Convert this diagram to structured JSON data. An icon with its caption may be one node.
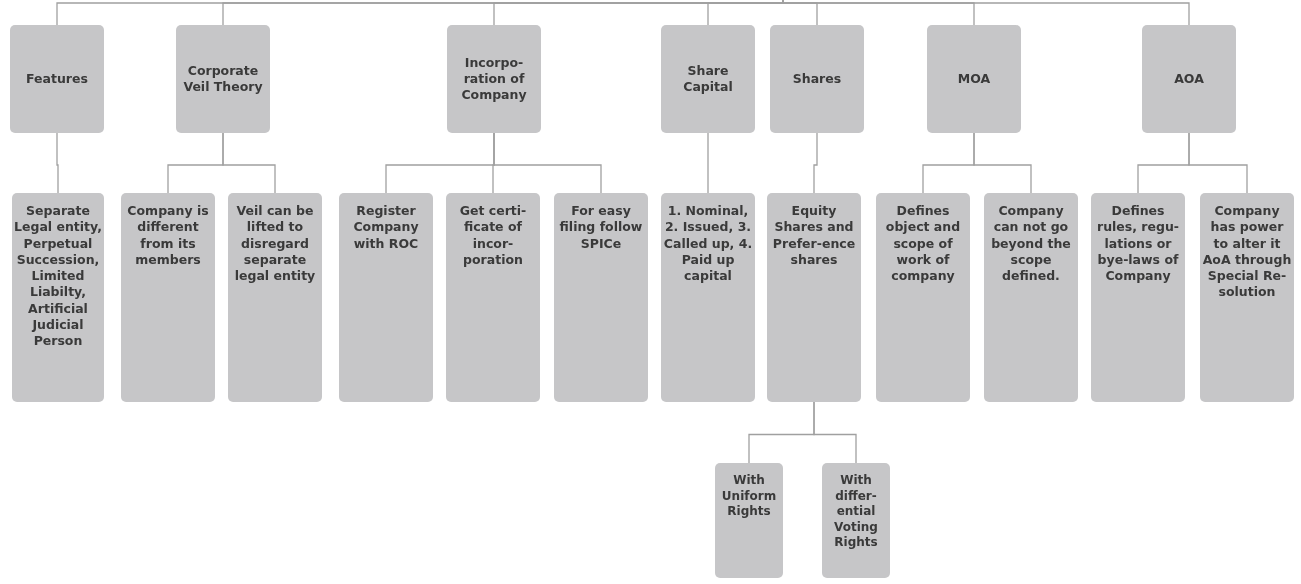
{
  "diagram": {
    "nodes": [
      {
        "text": [
          "Features"
        ]
      },
      {
        "text": [
          "Corporate Veil Theory"
        ]
      },
      {
        "text": [
          "Incorpo-ration of Company"
        ]
      },
      {
        "text": [
          "Share Capital"
        ]
      },
      {
        "text": [
          "Shares"
        ]
      },
      {
        "text": [
          "MOA"
        ]
      },
      {
        "text": [
          "AOA"
        ]
      },
      {
        "text": [
          "Separate Legal entity, Perpetual Succession, Limited Liabilty, Artificial Judicial Person"
        ]
      },
      {
        "text": [
          "Company is different from its members"
        ]
      },
      {
        "text": [
          "Veil can be lifted to disregard separate legal entity"
        ]
      },
      {
        "text": [
          "Register Company with ROC"
        ]
      },
      {
        "text": [
          "Get certi-ficate of incor-poration"
        ]
      },
      {
        "text": [
          "For easy filing follow SPICe"
        ]
      },
      {
        "text": [
          "1. Nominal, 2. Issued, 3. Called up, 4. Paid up capital"
        ]
      },
      {
        "text": [
          "Equity Shares and Prefer-ence shares"
        ]
      },
      {
        "text": [
          "Defines object and scope of work of company"
        ]
      },
      {
        "text": [
          "Company can not go beyond the scope defined."
        ]
      },
      {
        "text": [
          "Defines rules, regu-lations or bye-laws of Company"
        ]
      },
      {
        "text": [
          "Company has power to alter it AoA through Special Re-solution"
        ]
      },
      {
        "text": [
          "With Uniform Rights"
        ]
      },
      {
        "text": [
          "With differ-ential Voting Rights"
        ]
      }
    ],
    "edges": [
      {
        "from": null,
        "to": 0,
        "arrow": "none"
      },
      {
        "from": null,
        "to": 1,
        "arrow": "none"
      },
      {
        "from": null,
        "to": 2,
        "arrow": "none"
      },
      {
        "from": null,
        "to": 3,
        "arrow": "none"
      },
      {
        "from": null,
        "to": 4,
        "arrow": "none"
      },
      {
        "from": null,
        "to": 5,
        "arrow": "none"
      },
      {
        "from": null,
        "to": 6,
        "arrow": "none"
      },
      {
        "from": 0,
        "to": 7,
        "arrow": "none"
      },
      {
        "from": 1,
        "to": 8,
        "arrow": "none"
      },
      {
        "from": 1,
        "to": 9,
        "arrow": "none"
      },
      {
        "from": 2,
        "to": 10,
        "arrow": "none"
      },
      {
        "from": 2,
        "to": 11,
        "arrow": "none"
      },
      {
        "from": 2,
        "to": 12,
        "arrow": "none"
      },
      {
        "from": 3,
        "to": 13,
        "arrow": "none"
      },
      {
        "from": 4,
        "to": 14,
        "arrow": "none"
      },
      {
        "from": 5,
        "to": 15,
        "arrow": "none"
      },
      {
        "from": 5,
        "to": 16,
        "arrow": "none"
      },
      {
        "from": 6,
        "to": 17,
        "arrow": "none"
      },
      {
        "from": 6,
        "to": 18,
        "arrow": "none"
      },
      {
        "from": 14,
        "to": 19,
        "arrow": "none"
      },
      {
        "from": 14,
        "to": 20,
        "arrow": "none"
      }
    ]
  }
}
